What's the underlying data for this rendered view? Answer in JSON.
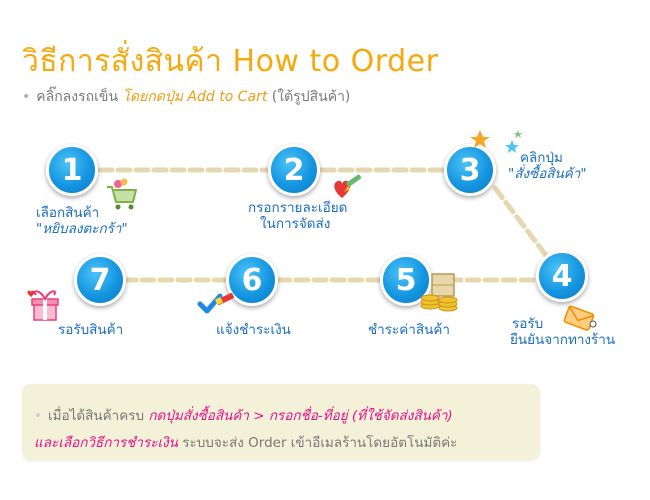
{
  "header": {
    "title": "วิธีการสั่งสินค้า How to Order",
    "subtitle_bullet": "•",
    "subtitle_plain": "คลิ๊กลงรถเข็น",
    "subtitle_highlight": "โดยกดปุ่ม Add to Cart",
    "subtitle_tail": "(ใต้รูปสินค้า)"
  },
  "steps": [
    {
      "number": "1",
      "line1": "เลือกสินค้า",
      "line2": "\"หยิบลงตะกร้า\""
    },
    {
      "number": "2",
      "line1": "กรอกรายละเอียด",
      "line2": "ในการจัดส่ง"
    },
    {
      "number": "3",
      "line1": "คลิกปุ่ม",
      "line2": "\"สั่งซื้อสินค้า\""
    },
    {
      "number": "4",
      "line1": "รอรับ",
      "line2": "ยืนยันจากทางร้าน"
    },
    {
      "number": "5",
      "line1": "ชำระค่าสินค้า"
    },
    {
      "number": "6",
      "line1": "แจ้งชำระเงิน"
    },
    {
      "number": "7",
      "line1": "รอรับสินค้า"
    }
  ],
  "icons": {
    "step1": "shopping-cart-icon",
    "step2": "pencil-heart-icon",
    "step3": "stars-icon",
    "step4": "envelope-icon",
    "step5": "coins-box-icon",
    "step6": "checkmark-pencil-icon",
    "step7": "gift-box-icon"
  },
  "colors": {
    "title": "#f5a90c",
    "step_circle": "#1596e0",
    "step_label": "#1a6fbf",
    "note_highlight": "#e8108b",
    "note_background": "#f3f2d9"
  },
  "note": {
    "bullet": "•",
    "l1_plain": "เมื่อได้สินค้าครบ",
    "l1_highlight": "กดปุ่มสั่งซื้อสินค้า > กรอกชื่อ-ที่อยู่ (ที่ใช้จัดส่งสินค้า)",
    "l2_highlight": "และเลือกวิธีการชำระเงิน",
    "l2_plain": "ระบบจะส่ง Order เข้าอีเมลร้านโดยอัตโนมัติค่ะ"
  }
}
